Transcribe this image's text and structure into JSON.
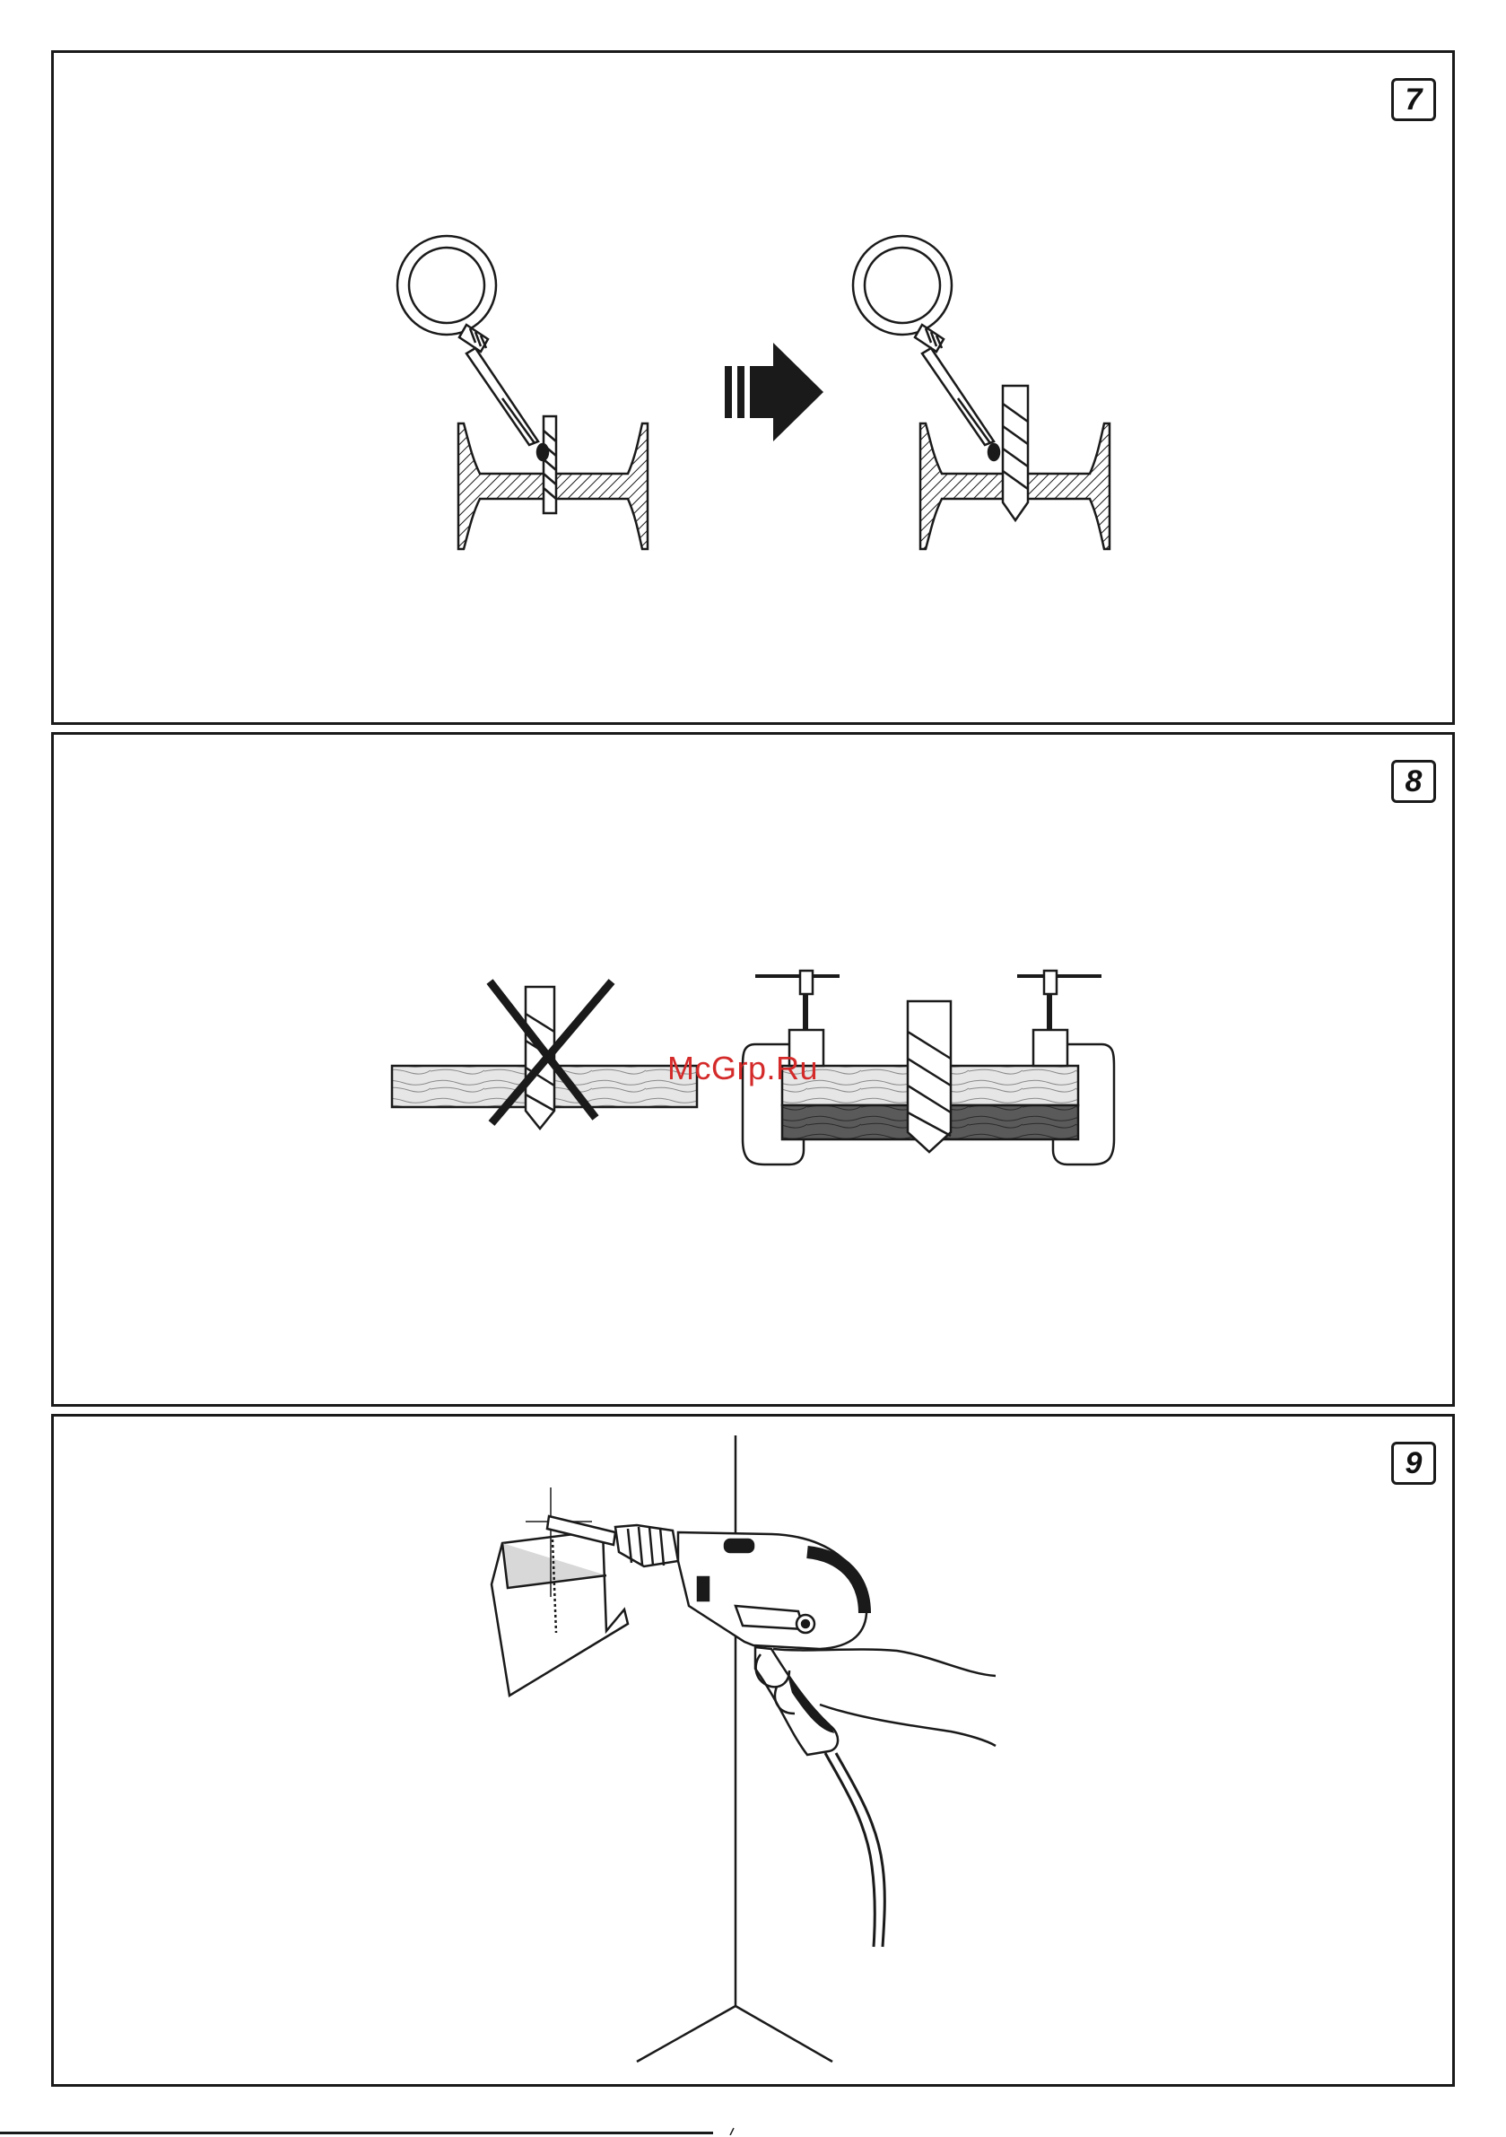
{
  "panels": [
    {
      "step": "7"
    },
    {
      "step": "8"
    },
    {
      "step": "9"
    }
  ],
  "watermark": {
    "text": "McGrp.Ru",
    "color": "#d42a2a"
  },
  "icons": {
    "oil_bottle": "oil-bottle-icon",
    "arrow": "right-arrow-icon",
    "cross": "cross-out-icon",
    "clamp": "c-clamp-icon",
    "drill": "power-drill-icon"
  },
  "colors": {
    "line": "#1a1a1a",
    "hatch": "#1a1a1a",
    "wood": "#e8e8e8",
    "wood_dark": "#555555"
  }
}
